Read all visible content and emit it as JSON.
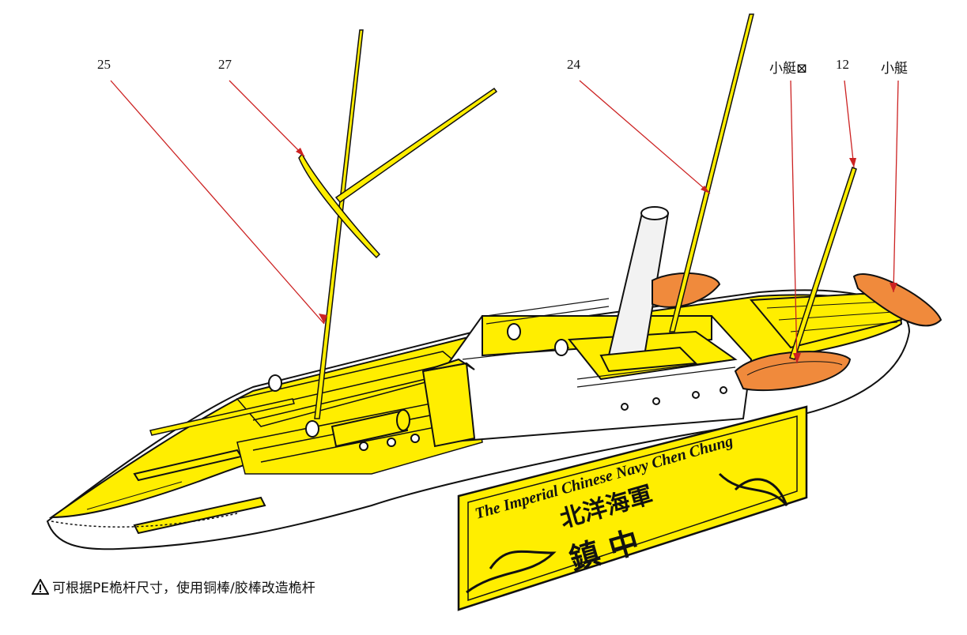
{
  "callouts": {
    "c25": "25",
    "c27": "27",
    "c24": "24",
    "boat1": "小艇⊠",
    "c12": "12",
    "boat2": "小艇"
  },
  "note": {
    "icon": "warning-triangle-icon",
    "text": "可根据PE桅杆尺寸，使用铜棒/胶棒改造桅杆"
  },
  "nameplate": {
    "english": "The Imperial Chinese Navy Chen Chung",
    "fleet": "北洋海軍",
    "ship": "鎮 中"
  },
  "colors": {
    "deck_yellow": "#ffee00",
    "hull_white": "#ffffff",
    "boat_orange": "#f08a3c",
    "leader_red": "#cc2222",
    "outline": "#111111",
    "stack_grey": "#e8e8e8"
  }
}
